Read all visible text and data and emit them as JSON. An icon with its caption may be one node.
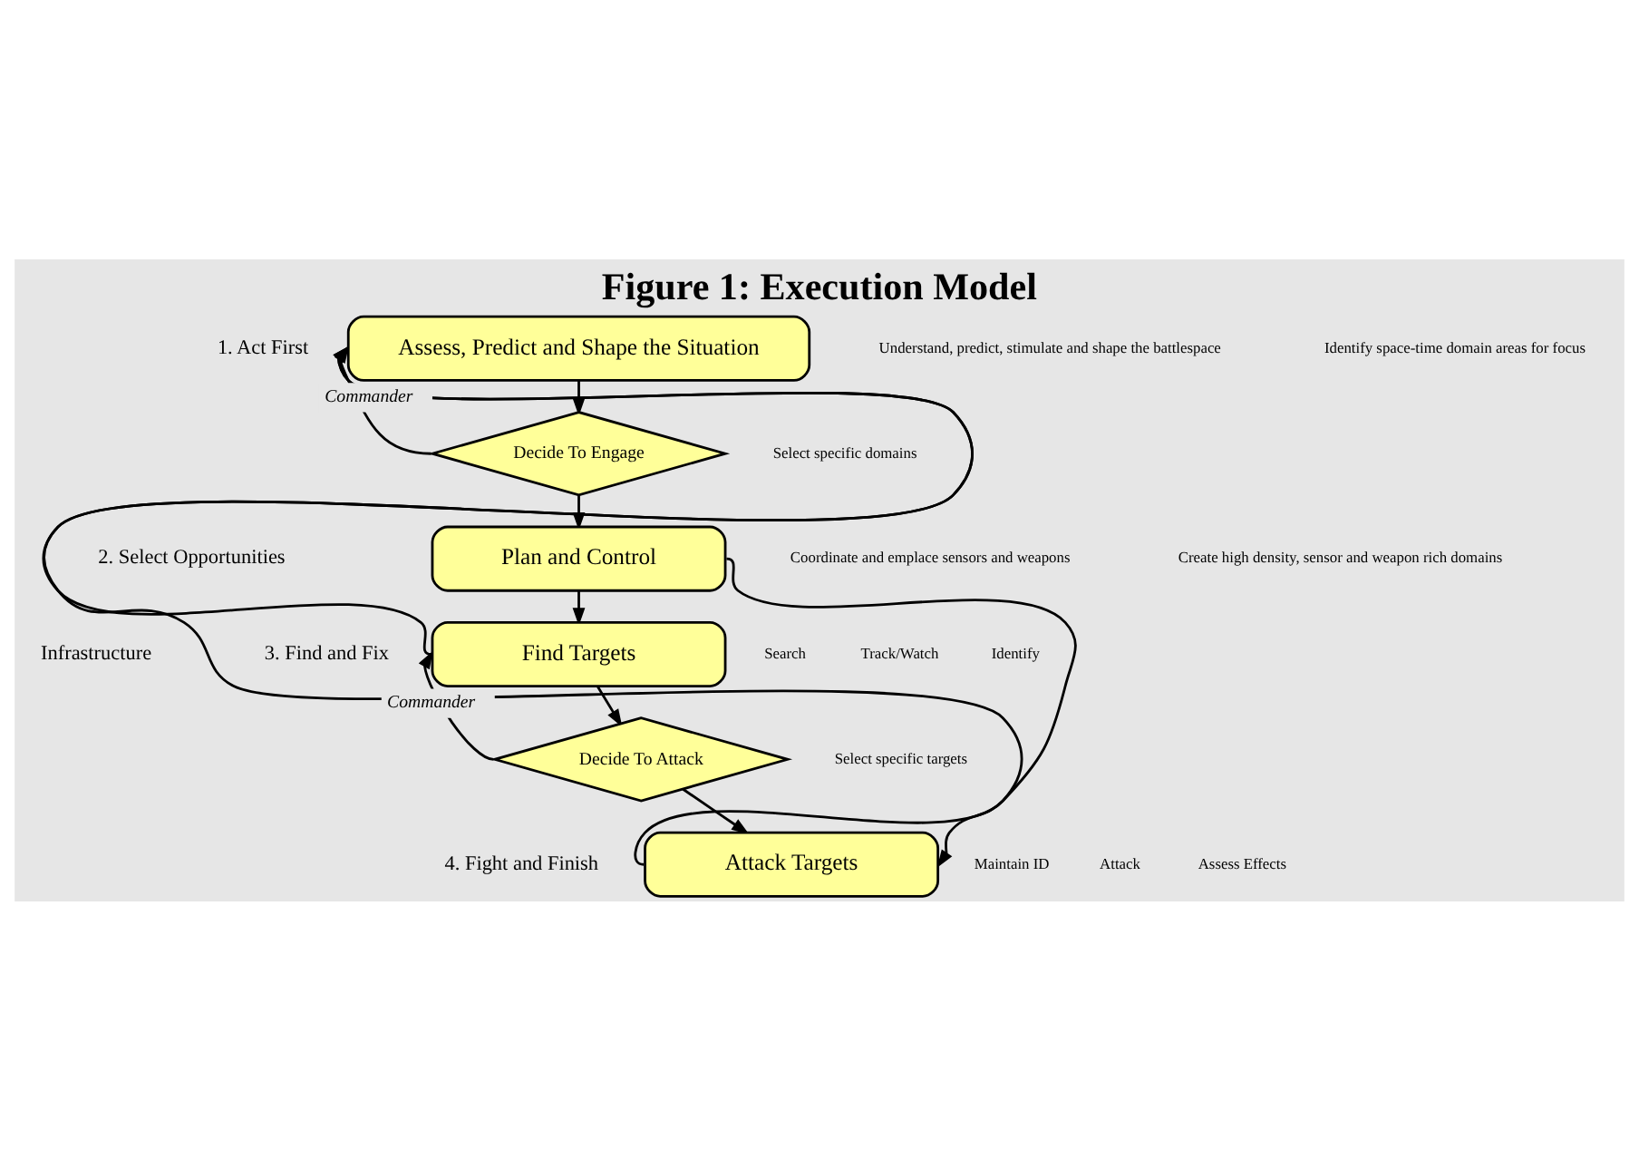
{
  "diagram": {
    "title": "Figure 1: Execution Model",
    "nodes": [
      {
        "text": [
          "Assess, Predict and Shape the Situation"
        ]
      },
      {
        "text": [
          "Decide To Engage"
        ],
        "beside": [
          "Commander"
        ]
      },
      {
        "text": [
          "Plan and Control"
        ]
      },
      {
        "text": [
          "Find Targets"
        ]
      },
      {
        "text": [
          "Decide To Attack"
        ],
        "beside": [
          "Commander"
        ]
      },
      {
        "text": [
          "Attack Targets"
        ]
      }
    ],
    "edges": [
      {
        "from": 0,
        "to": 1,
        "arrow": "to"
      },
      {
        "from": 1,
        "to": 0,
        "arrow": "to"
      },
      {
        "from": 1,
        "to": 2,
        "arrow": "to"
      },
      {
        "from": 2,
        "to": 3,
        "arrow": "to"
      },
      {
        "from": 3,
        "to": 0,
        "arrow": "to"
      },
      {
        "from": 3,
        "to": 4,
        "arrow": "to"
      },
      {
        "from": 4,
        "to": 3,
        "arrow": "to"
      },
      {
        "from": 4,
        "to": 5,
        "arrow": "to"
      },
      {
        "from": 5,
        "to": 0,
        "arrow": "to"
      },
      {
        "from": 2,
        "to": 5,
        "arrow": "to"
      }
    ],
    "labels": [
      "1. Act First",
      "Understand, predict, stimulate and shape the battlespace",
      "Identify space-time domain areas for focus",
      "Select specific domains",
      "Infrastructure",
      "2. Select Opportunities",
      "Coordinate and emplace sensors and weapons",
      "Create high density, sensor and weapon rich domains",
      "3. Find and Fix",
      "Search",
      "Track/Watch",
      "Identify",
      "Select specific targets",
      "4. Fight and Finish",
      "Maintain ID",
      "Attack",
      "Assess Effects"
    ]
  }
}
